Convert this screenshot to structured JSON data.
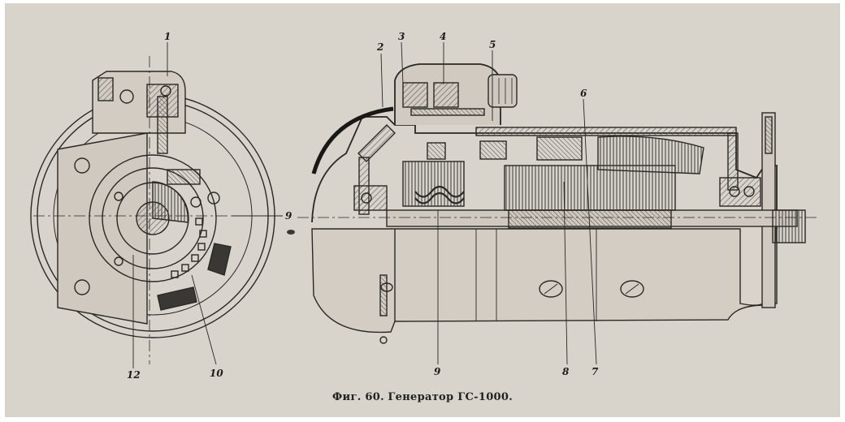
{
  "caption": {
    "prefix": "Фиг. 60.",
    "text": "Генератор ГС-1000."
  },
  "labels": {
    "l1": "1",
    "l2": "2",
    "l3": "3",
    "l4": "4",
    "l5": "5",
    "l6": "6",
    "l7": "7",
    "l8": "8",
    "l9_side": "9",
    "l9_bottom": "9",
    "l10": "10",
    "l12": "12"
  },
  "colors": {
    "paper": "#d8d3cb",
    "ink": "#1e1c1a",
    "hatch": "#5a5752"
  }
}
